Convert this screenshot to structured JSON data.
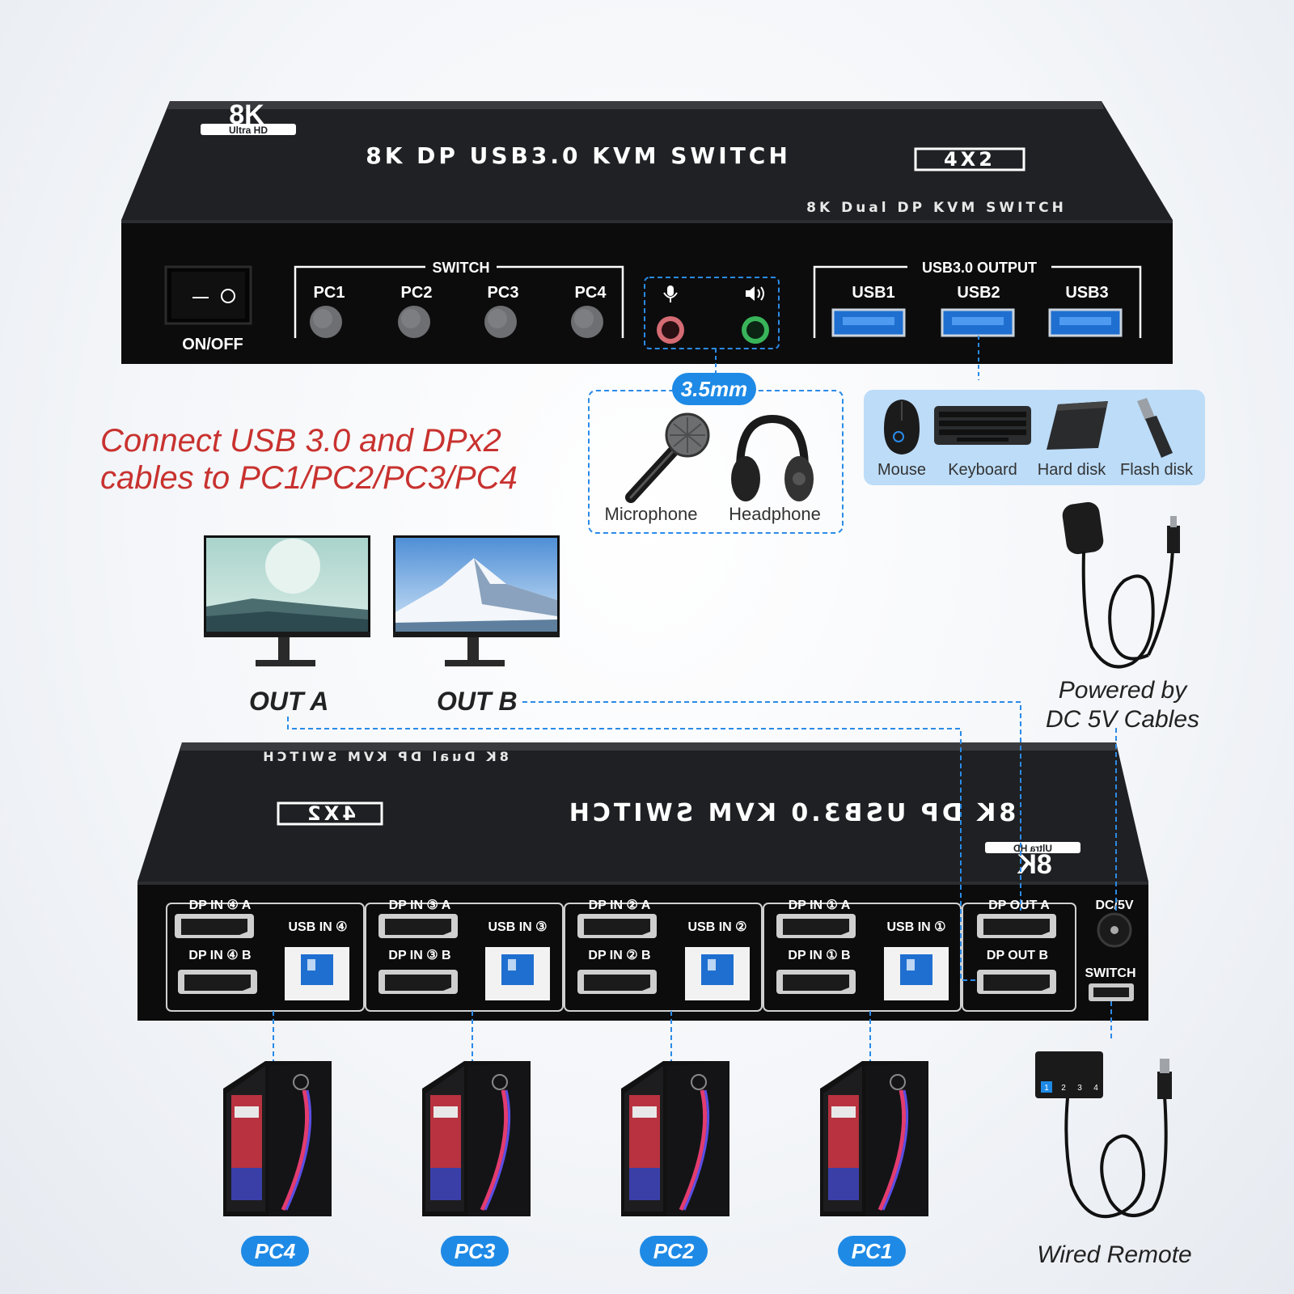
{
  "top_device": {
    "logo": {
      "big": "8K",
      "small": "Ultra HD"
    },
    "title": "8K DP USB3.0 KVM SWITCH",
    "badge": "4X2",
    "subtitle": "8K Dual DP KVM SWITCH",
    "power_label": "ON/OFF",
    "switch_group": "SWITCH",
    "pc_buttons": [
      "PC1",
      "PC2",
      "PC3",
      "PC4"
    ],
    "usb_group": "USB3.0 OUTPUT",
    "usb_ports": [
      "USB1",
      "USB2",
      "USB3"
    ]
  },
  "audio": {
    "size_badge": "3.5mm",
    "items": [
      "Microphone",
      "Headphone"
    ]
  },
  "accessories": [
    "Mouse",
    "Keyboard",
    "Hard disk",
    "Flash disk"
  ],
  "intro_text": [
    "Connect USB 3.0 and DPx2",
    "cables to PC1/PC2/PC3/PC4"
  ],
  "monitors": [
    "OUT A",
    "OUT B"
  ],
  "power_caption": [
    "Powered by",
    "DC 5V Cables"
  ],
  "bottom_device": {
    "title": "8K DP USB3.0 KVM SWITCH",
    "badge": "4X2",
    "subtitle": "8K Dual DP KVM SWITCH",
    "logo": {
      "big": "8K",
      "small": "Ultra HD"
    },
    "groups": [
      {
        "dp_a": "DP IN ④ A",
        "dp_b": "DP IN ④ B",
        "usb": "USB IN ④"
      },
      {
        "dp_a": "DP IN ③ A",
        "dp_b": "DP IN ③ B",
        "usb": "USB IN ③"
      },
      {
        "dp_a": "DP IN ② A",
        "dp_b": "DP IN ② B",
        "usb": "USB IN ②"
      },
      {
        "dp_a": "DP IN ① A",
        "dp_b": "DP IN ① B",
        "usb": "USB IN ①"
      }
    ],
    "dp_out_a": "DP OUT A",
    "dp_out_b": "DP OUT B",
    "dc_label": "DC/5V",
    "switch_label": "SWITCH"
  },
  "pcs": [
    "PC4",
    "PC3",
    "PC2",
    "PC1"
  ],
  "remote": {
    "caption": "Wired Remote",
    "keys": [
      "1",
      "2",
      "3",
      "4"
    ]
  }
}
